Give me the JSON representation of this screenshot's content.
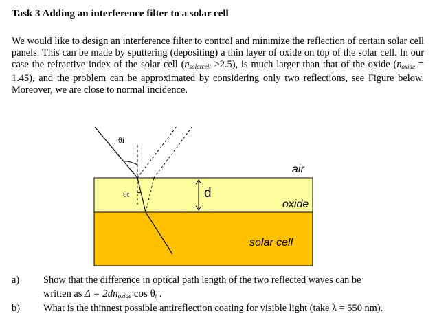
{
  "task": {
    "title": "Task 3 Adding an interference filter to a solar cell"
  },
  "intro": {
    "part1": "We would like to design an interference filter to control and minimize the reflection of certain solar cell panels. This can be made by sputtering (depositing) a thin layer of oxide on top of the solar cell. In our case the refractive index of the solar cell (",
    "n_symbol": "n",
    "solarcell_sub": "solarcell",
    "part2": " >2.5), is much larger than that of the oxide (",
    "oxide_sub": "oxide",
    "part3": " = 1.45), and the problem can be approximated by considering only two reflections, see Figure below. Moreover, we are close to normal incidence."
  },
  "figure": {
    "theta_i": "θi",
    "theta_t": "θt",
    "air_label": "air",
    "oxide_label": "oxide",
    "solar_label": "solar cell",
    "d_label": "d",
    "colors": {
      "oxide": "#ffffa0",
      "solar": "#ffc000",
      "line": "#000000"
    }
  },
  "questions": [
    {
      "label": "a)",
      "text_line1": "Show that the difference in optical path length of the two reflected waves can be",
      "text_line2_pre": "written as ",
      "formula": "Δ = 2dn",
      "formula_sub": "oxide",
      "formula_post": " cos θ",
      "formula_sub2": "t",
      "text_line2_post": " ."
    },
    {
      "label": "b)",
      "text": "What is the thinnest possible antireflection coating for visible light (take λ = 550 nm)."
    }
  ]
}
